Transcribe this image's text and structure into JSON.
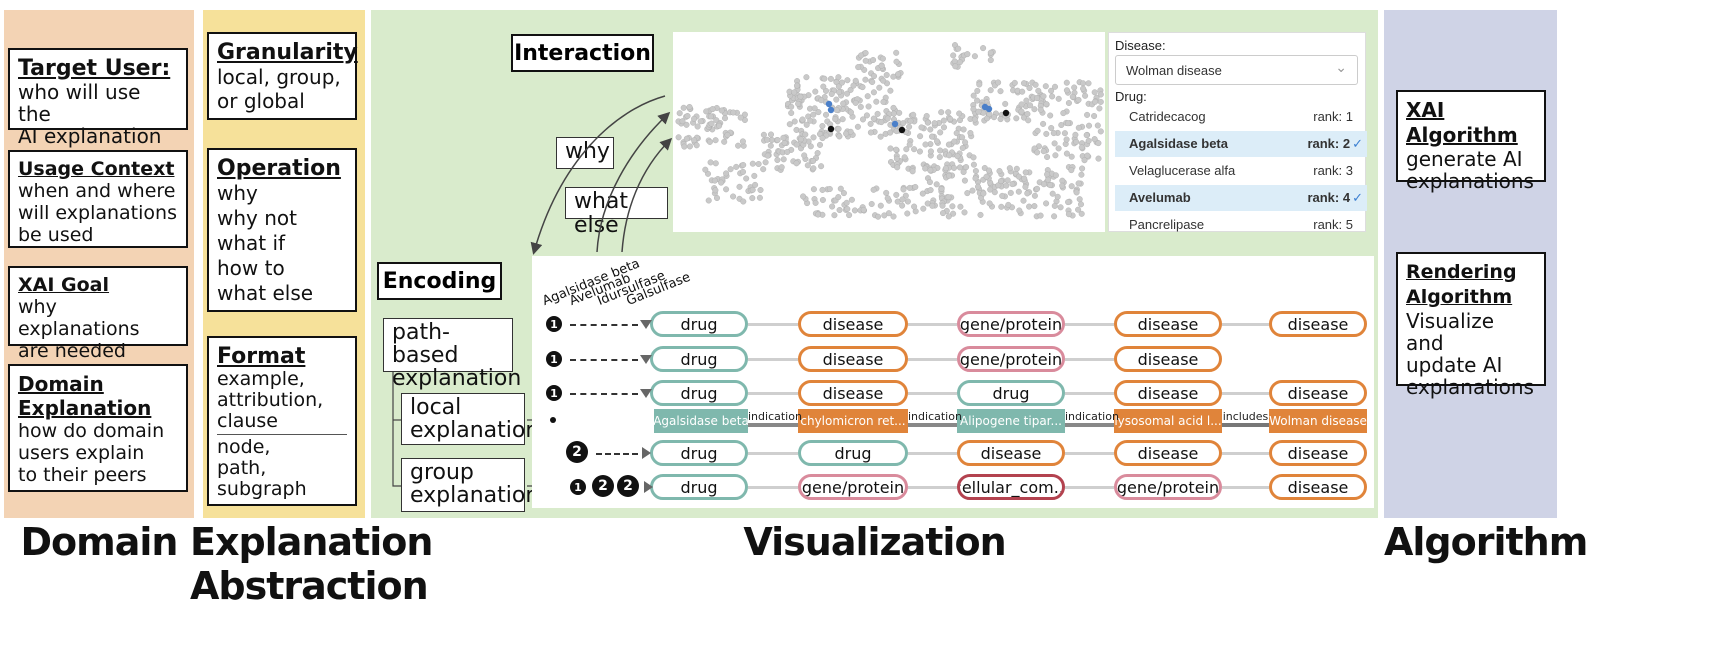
{
  "domain": {
    "section_title": "Domain",
    "boxes": [
      {
        "heading": "Target User:",
        "text": "who will use the\nAI explanation"
      },
      {
        "heading": "Usage Context",
        "text": "when and where\nwill explanations\nbe used"
      },
      {
        "heading": "XAI Goal",
        "text": "why explanations\nare needed"
      },
      {
        "heading": "Domain\nExplanation",
        "text": "how do domain\nusers explain\nto their peers"
      }
    ]
  },
  "abstraction": {
    "section_title": "Explanation\nAbstraction",
    "granularity": {
      "heading": "Granularity",
      "text": "local, group,\nor global"
    },
    "operation": {
      "heading": "Operation",
      "text": "why\nwhy not\nwhat if\nhow to\nwhat else"
    },
    "format": {
      "heading": "Format",
      "text_a": "example,\nattribution,\nclause",
      "text_b": "node,\npath,\nsubgraph"
    }
  },
  "visualization": {
    "section_title": "Visualization",
    "interaction_label": "Interaction",
    "encoding_label": "Encoding",
    "why_label": "why",
    "what_else_label": "what else",
    "path_based_label": "path-based\nexplanation",
    "local_label": "local\nexplanation",
    "group_label": "group\nexplanation",
    "dropdown": {
      "disease_label": "Disease:",
      "disease_value": "Wolman disease",
      "drug_label": "Drug:",
      "drugs": [
        {
          "name": "Catridecacog",
          "rank": "rank: 1",
          "selected": false
        },
        {
          "name": "Agalsidase beta",
          "rank": "rank: 2",
          "selected": true
        },
        {
          "name": "Velaglucerase alfa",
          "rank": "rank: 3",
          "selected": false
        },
        {
          "name": "Avelumab",
          "rank": "rank: 4",
          "selected": true
        },
        {
          "name": "Pancrelipase",
          "rank": "rank: 5",
          "selected": false
        }
      ]
    },
    "columns": [
      "Agalsidase beta",
      "Avelumab",
      "Idursulfase",
      "Galsulfase"
    ],
    "rows": [
      {
        "nodes": [
          "drug",
          "disease",
          "gene/protein",
          "disease",
          "disease"
        ]
      },
      {
        "nodes": [
          "drug",
          "disease",
          "gene/protein",
          "disease"
        ]
      },
      {
        "nodes": [
          "drug",
          "disease",
          "drug",
          "disease",
          "disease"
        ]
      },
      {
        "nodes": [
          "drug",
          "drug",
          "disease",
          "disease",
          "disease"
        ]
      },
      {
        "nodes": [
          "drug",
          "gene/protein",
          "cellular_com...",
          "gene/protein",
          "disease"
        ]
      }
    ],
    "expanded_path": {
      "nodes": [
        "Agalsidase beta",
        "chylomicron ret...",
        "Alipogene tipar...",
        "lysosomal acid l...",
        "Wolman disease"
      ],
      "relations": [
        "indication",
        "indication",
        "indication",
        "includes"
      ]
    },
    "badges": {
      "one": "1",
      "two": "2"
    }
  },
  "algorithm": {
    "section_title": "Algorithm",
    "xai": {
      "heading": "XAI Algorithm",
      "text": "generate AI\nexplanations"
    },
    "rendering": {
      "heading": "Rendering\nAlgorithm",
      "text": "Visualize and\nupdate AI\nexplanations"
    }
  },
  "colors": {
    "domain_bg": "#f3d3b4",
    "abstraction_bg": "#f6e19a",
    "visualization_bg": "#d9ebcc",
    "algorithm_bg": "#cfd3e6",
    "drug": "#7fb8ad",
    "disease": "#e0843a",
    "gene": "#d98b9c",
    "cellular": "#b3424f"
  }
}
